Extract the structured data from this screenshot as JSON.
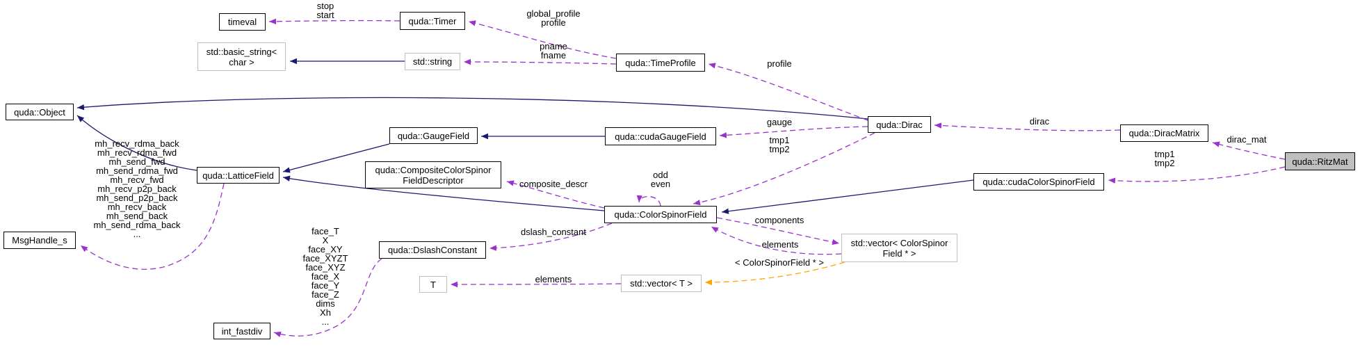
{
  "diagram": {
    "type": "doxygen-collaboration-graph",
    "focus_class": "quda::RitzMat",
    "colors": {
      "background": "#ffffff",
      "inheritance_edge": "#191970",
      "usage_edge": "#9a32cd",
      "template_edge": "#ffa500",
      "node_border": "#000000",
      "external_node_border": "#bebebe",
      "focus_node_fill": "#bfbfbf",
      "text": "#000000"
    }
  },
  "nodes": {
    "timeval": "timeval",
    "timer": "quda::Timer",
    "basic_string": "std::basic_string<\nchar >",
    "string": "std::string",
    "time_profile": "quda::TimeProfile",
    "object": "quda::Object",
    "lattice_field": "quda::LatticeField",
    "msg_handle": "MsgHandle_s",
    "gauge_field": "quda::GaugeField",
    "cuda_gauge_field": "quda::cudaGaugeField",
    "composite_descriptor": "quda::CompositeColorSpinor\nFieldDescriptor",
    "color_spinor_field": "quda::ColorSpinorField",
    "cuda_color_spinor_field": "quda::cudaColorSpinorField",
    "dirac": "quda::Dirac",
    "dirac_matrix": "quda::DiracMatrix",
    "ritz_mat": "quda::RitzMat",
    "dslash_constant": "quda::DslashConstant",
    "int_fastdiv": "int_fastdiv",
    "t_param": "T",
    "vector_t": "std::vector< T >",
    "vector_csf": "std::vector< ColorSpinor\nField * >"
  },
  "edge_labels": {
    "stop_start": "stop\nstart",
    "global_profile": "global_profile\nprofile",
    "pname_fname": "pname\nfname",
    "profile": "profile",
    "gauge": "gauge",
    "tmp1_tmp2_dirac": "tmp1\ntmp2",
    "dirac": "dirac",
    "dirac_mat": "dirac_mat",
    "tmp1_tmp2_ritz": "tmp1\ntmp2",
    "composite_descr": "composite_descr",
    "odd_even": "odd\neven",
    "dslash_constant": "dslash_constant",
    "components": "components",
    "elements_csf": "elements",
    "template_args": "< ColorSpinorField * >",
    "elements_t": "elements",
    "mh_handles": "mh_recv_rdma_back\nmh_recv_rdma_fwd\nmh_send_fwd\nmh_send_rdma_fwd\nmh_recv_fwd\nmh_recv_p2p_back\nmh_send_p2p_back\nmh_recv_back\nmh_send_back\nmh_send_rdma_back\n...",
    "faces": "face_T\nX\nface_XY\nface_XYZT\nface_XYZ\nface_X\nface_Y\nface_Z\ndims\nXh\n..."
  }
}
